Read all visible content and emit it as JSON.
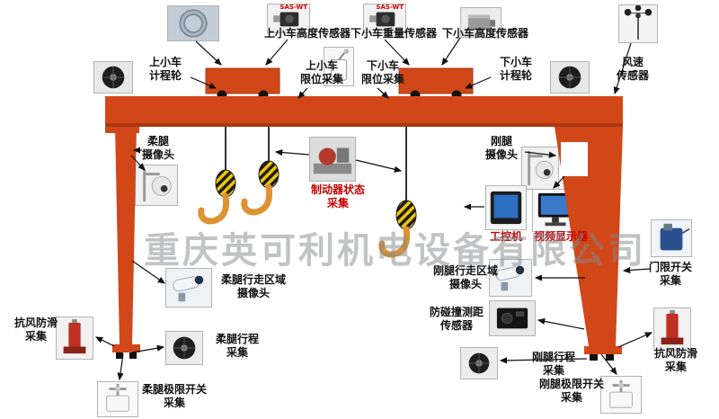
{
  "watermark": "重庆英可利机电设备有限公司",
  "badges": {
    "encoder": "SAS-WT"
  },
  "labels": {
    "upper_trolley_height_sensor": "上小车高度传感器",
    "lower_trolley_weight_sensor": "下小车重量传感器",
    "lower_trolley_height_sensor": "下小车高度传感器",
    "upper_trolley_odometer": "上小车\n计程轮",
    "upper_trolley_limit": "上小车\n限位采集",
    "lower_trolley_limit": "下小车\n限位采集",
    "lower_trolley_odometer": "下小车\n计程轮",
    "wind_speed_sensor": "风速\n传感器",
    "flexible_leg_camera": "柔腿\n摄像头",
    "rigid_leg_camera": "刚腿\n摄像头",
    "brake_status": "制动器状态\n采集",
    "industrial_pc": "工控机",
    "video_display": "视频显示器",
    "door_limit_switch": "门限开关\n采集",
    "flexible_leg_area_camera": "柔腿行走区域\n摄像头",
    "rigid_leg_area_camera": "刚腿行走区域\n摄像头",
    "anti_collision_sensor": "防碰撞测距\n传感器",
    "anti_wind_left": "抗风防滑\n采集",
    "anti_wind_right": "抗风防滑\n采集",
    "flexible_leg_travel": "柔腿行程\n采集",
    "rigid_leg_travel": "刚腿行程\n采集",
    "flexible_leg_limit": "柔腿极限开关\n采集",
    "rigid_leg_limit": "刚腿极限开关\n采集"
  },
  "colors": {
    "crane": "#d14718",
    "crane_dark": "#a63812",
    "hook": "#dd9233",
    "accent_red": "#c40000"
  }
}
